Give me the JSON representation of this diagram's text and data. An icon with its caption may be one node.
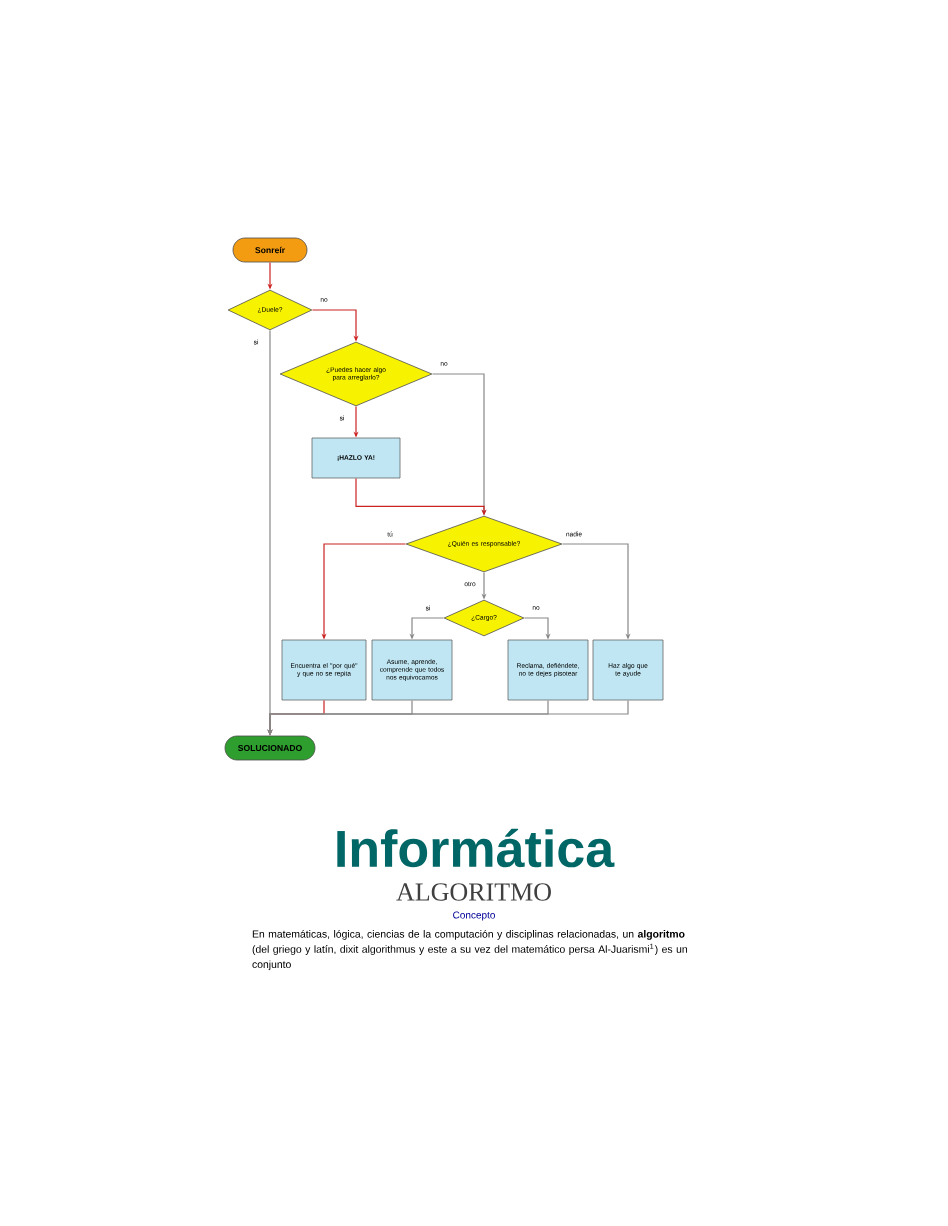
{
  "diagram": {
    "title": "Informática",
    "nodes": [
      {
        "text": [
          "Sonreír"
        ]
      },
      {
        "text": [
          "¿Duele?"
        ]
      },
      {
        "text": [
          "¿Puedes hacer algo para arreglarlo?"
        ]
      },
      {
        "text": [
          "¡HAZLO YA!"
        ]
      },
      {
        "text": [
          "¿Quién es responsable?"
        ]
      },
      {
        "text": [
          "¿Cargo?"
        ]
      },
      {
        "text": [
          "Encuentra el \"por qué\" y que no se repita"
        ]
      },
      {
        "text": [
          "Asume, aprende, comprende que todos nos equivocamos"
        ]
      },
      {
        "text": [
          "Reclama, defiéndete, no te dejes pisotear"
        ]
      },
      {
        "text": [
          "Haz algo que te ayude"
        ]
      },
      {
        "text": [
          "SOLUCIONADO"
        ]
      }
    ],
    "edges": [
      {
        "from": 0,
        "to": 1,
        "arrow": "to",
        "color": "#cc2222"
      },
      {
        "from": 1,
        "to": 2,
        "arrow": "to",
        "label": "no",
        "color": "#cc2222"
      },
      {
        "from": 1,
        "to": 10,
        "arrow": "to",
        "label": "si"
      },
      {
        "from": 2,
        "to": 3,
        "arrow": "to",
        "label": "si",
        "color": "#cc2222"
      },
      {
        "from": 2,
        "to": 4,
        "arrow": "to",
        "label": "no"
      },
      {
        "from": 3,
        "to": 4,
        "arrow": "to",
        "color": "#cc2222"
      },
      {
        "from": 4,
        "to": 6,
        "arrow": "to",
        "label": "tú",
        "color": "#cc2222"
      },
      {
        "from": 4,
        "to": 5,
        "arrow": "to",
        "label": "otro"
      },
      {
        "from": 4,
        "to": 9,
        "arrow": "to",
        "label": "nadie"
      },
      {
        "from": 5,
        "to": 7,
        "arrow": "to",
        "label": "si"
      },
      {
        "from": 5,
        "to": 8,
        "arrow": "to",
        "label": "no"
      },
      {
        "from": 6,
        "to": 10,
        "arrow": "to",
        "color": "#cc2222"
      },
      {
        "from": 7,
        "to": 10,
        "arrow": "to"
      },
      {
        "from": 8,
        "to": 10,
        "arrow": "to"
      },
      {
        "from": 9,
        "to": 10,
        "arrow": "to"
      }
    ],
    "labels": [
      "ALGORITMO",
      "Concepto",
      "En matemáticas, lógica, ciencias de la computación y disciplinas relacionadas, un **algoritmo** (del griego y latín, dixit algorithmus y este a su vez del matemático persa Al-Juarismi$^{1}$) es un conjunto"
    ]
  }
}
